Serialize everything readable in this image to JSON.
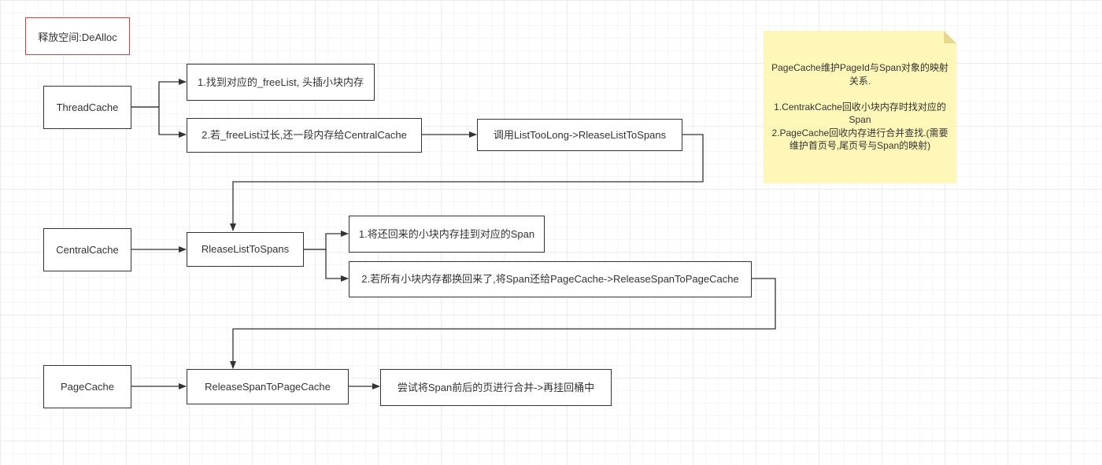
{
  "title": "释放空间:DeAlloc",
  "nodes": {
    "thread_cache": "ThreadCache",
    "find_freelist": "1.找到对应的_freeList, 头插小块内存",
    "freelist_too_long": "2.若_freeList过长,还一段内存给CentralCache",
    "call_list_too_long": "调用ListTooLong->RleaseListToSpans",
    "central_cache": "CentralCache",
    "rlease_list_to_spans": "RleaseListToSpans",
    "hang_to_span": "1.将还回来的小块内存挂到对应的Span",
    "return_span": "2.若所有小块内存都换回来了,将Span还给PageCache->ReleaseSpanToPageCache",
    "page_cache": "PageCache",
    "release_span_to_page_cache": "ReleaseSpanToPageCache",
    "merge_pages": "尝试将Span前后的页进行合并->再挂回桶中"
  },
  "note": {
    "text": "PageCache维护PageId与Span对象的映射关系.\n\n1.CentrakCache回收小块内存时找对应的Span\n2.PageCache回收内存进行合并查找.(需要维护首页号,尾页号与Span的映射)"
  },
  "colors": {
    "border": "#333333",
    "title_border": "#d9403b",
    "note_background": "#fff7b8",
    "text": "#333333"
  }
}
